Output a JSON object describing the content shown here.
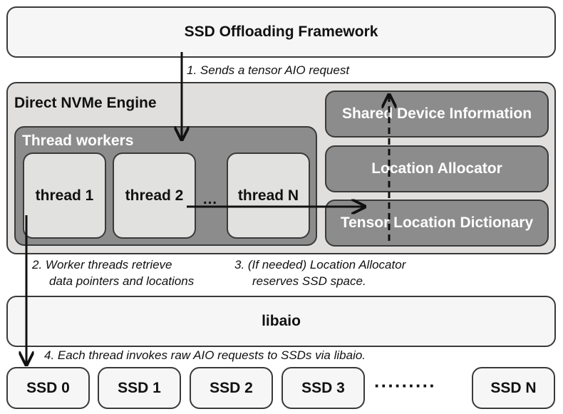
{
  "framework": {
    "label": "SSD Offloading Framework"
  },
  "engine": {
    "title": "Direct NVMe Engine",
    "workers": {
      "title": "Thread workers",
      "threads": [
        "thread 1",
        "thread 2",
        "thread N"
      ],
      "ellipsis": "…"
    },
    "components": [
      "Shared Device Information",
      "Location Allocator",
      "Tensor Location Dictionary"
    ]
  },
  "libaio": {
    "label": "libaio"
  },
  "ssds": [
    "SSD 0",
    "SSD 1",
    "SSD 2",
    "SSD 3",
    "SSD N"
  ],
  "ssd_ellipsis": "·········",
  "steps": {
    "step1": "1. Sends a tensor AIO request",
    "step2_line1": "2. Worker threads retrieve",
    "step2_line2": "data pointers and locations",
    "step3_line1": "3. (If needed) Location Allocator",
    "step3_line2": "reserves SSD space.",
    "step4": "4. Each thread invokes raw AIO requests to SSDs via libaio."
  },
  "colors": {
    "light_box": "#f7f6f6",
    "engine_bg": "#e0dfde",
    "dark_box": "#8c8c8c",
    "thread_bg": "#e1e1e0",
    "border": "#3a3a3a"
  }
}
